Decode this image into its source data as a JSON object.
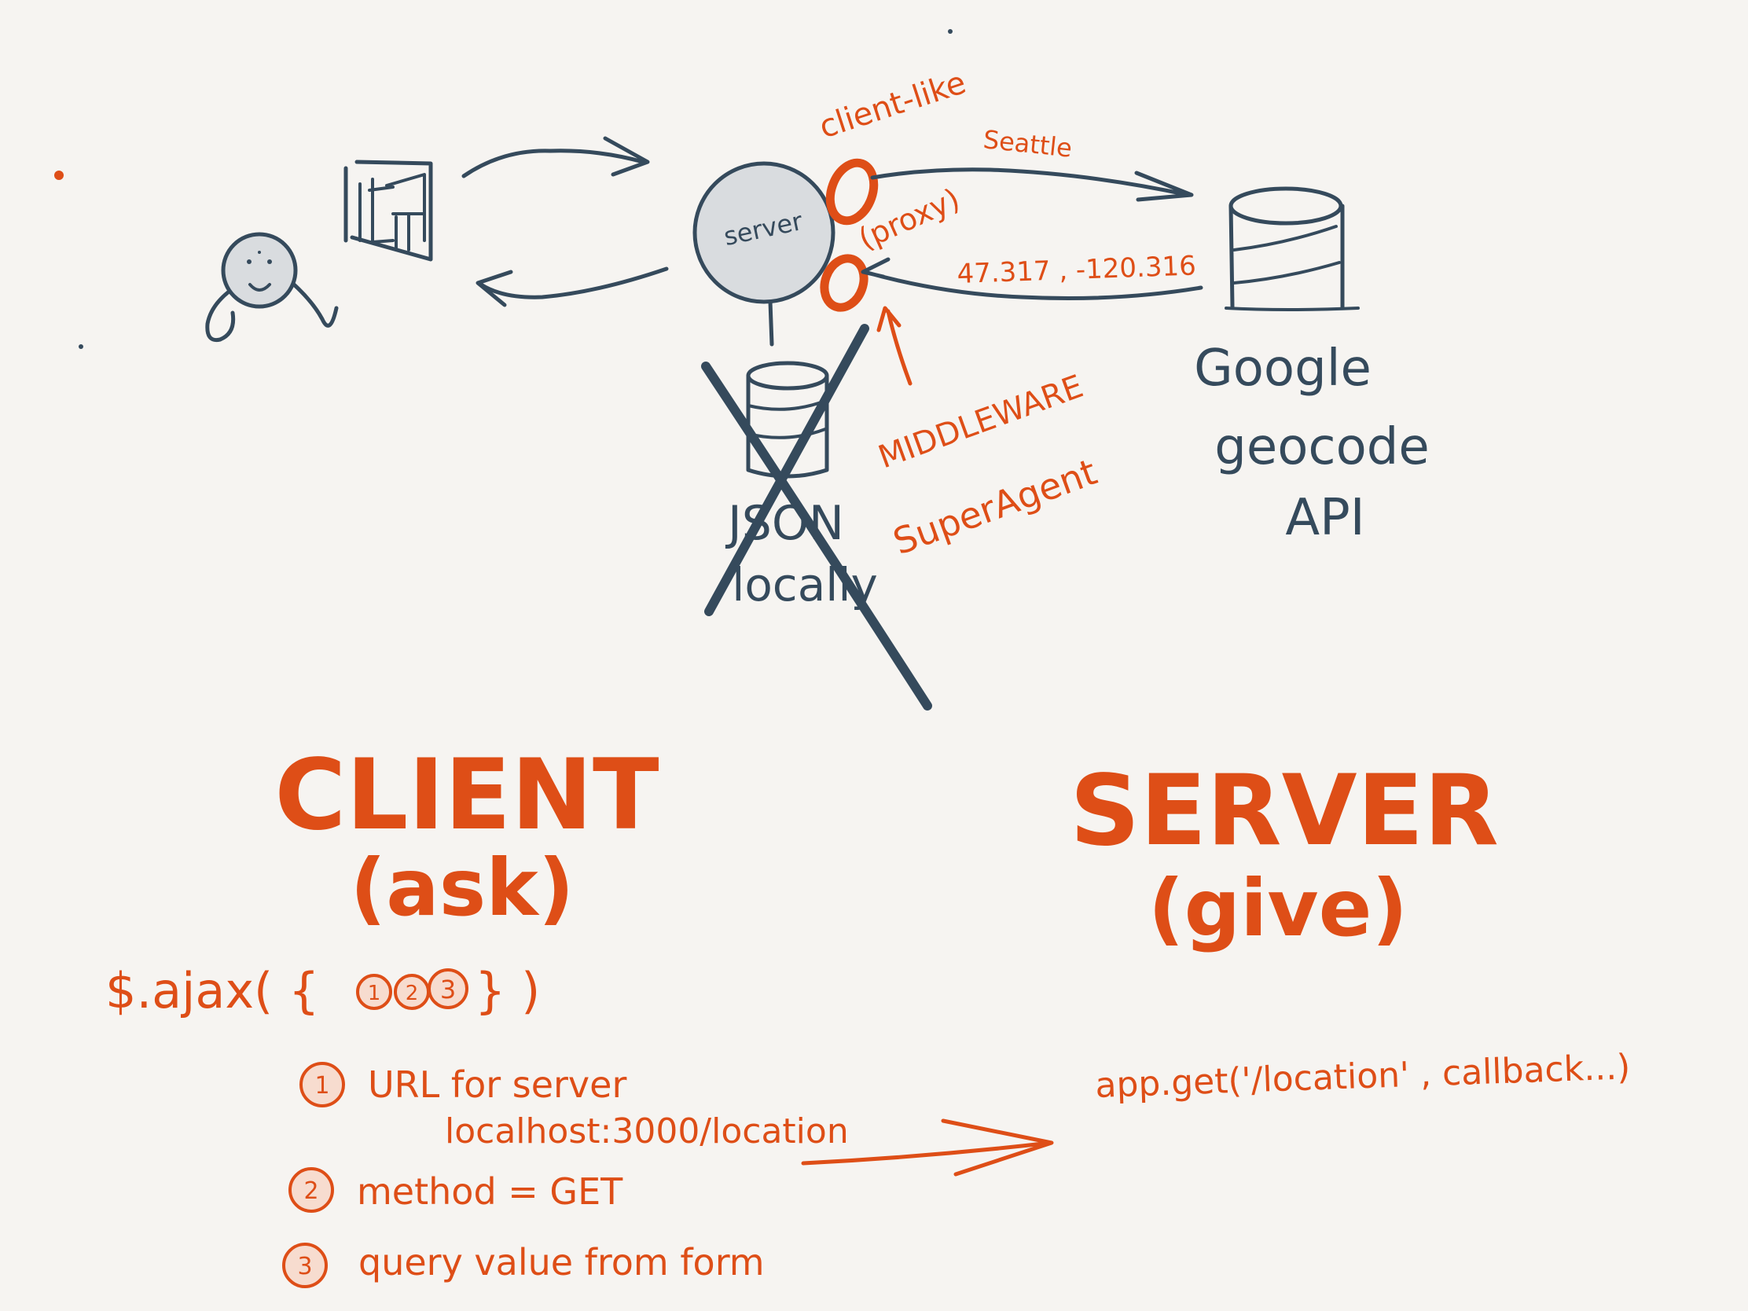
{
  "diagram": {
    "colors": {
      "background": "#f6f4f1",
      "ink_dark": "#354a5c",
      "ink_orange": "#de4e17",
      "node_fill": "#d9dcdf",
      "badge_fill": "#f7dccf"
    },
    "top": {
      "server_label": "server",
      "client_like_label": "client-like",
      "proxy_label": "(proxy)",
      "request_label": "Seattle",
      "response_label": "47.317 , -120.316",
      "json_label_line1": "JSON",
      "json_label_line2": "locally",
      "middleware_label": "MIDDLEWARE",
      "superagent_label": "SuperAgent",
      "api_label_line1": "Google",
      "api_label_line2": "geocode",
      "api_label_line3": "API"
    },
    "client": {
      "title": "CLIENT",
      "subtitle": "(ask)",
      "ajax_prefix": "$.ajax( {",
      "ajax_suffix": "} )",
      "badges": [
        "1",
        "2",
        "3"
      ],
      "items": [
        {
          "number": "1",
          "text": "URL for server",
          "detail": "localhost:3000/location"
        },
        {
          "number": "2",
          "text": "method = GET"
        },
        {
          "number": "3",
          "text": "query value from form"
        }
      ]
    },
    "server": {
      "title": "SERVER",
      "subtitle": "(give)",
      "code": "app.get('/location' , callback...)"
    }
  }
}
